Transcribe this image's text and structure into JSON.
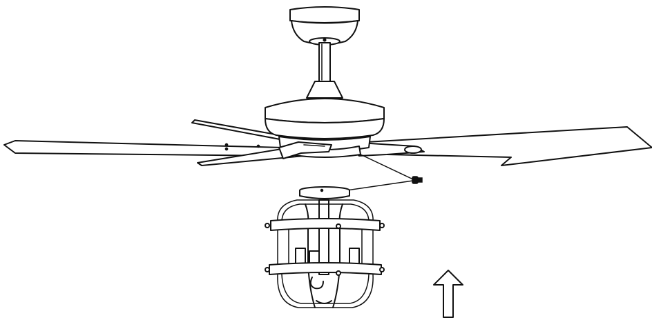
{
  "figure": {
    "type": "assembly-illustration",
    "subject": "ceiling-fan-with-cage-light-kit",
    "line_color": "#111111",
    "background": "#ffffff",
    "arrow_direction": "up",
    "icons": [
      "canopy-icon",
      "downrod-icon",
      "motor-housing-icon",
      "fan-blade-icon",
      "screw-icon",
      "light-kit-plate-icon",
      "cage-light-icon",
      "up-arrow-icon"
    ]
  }
}
